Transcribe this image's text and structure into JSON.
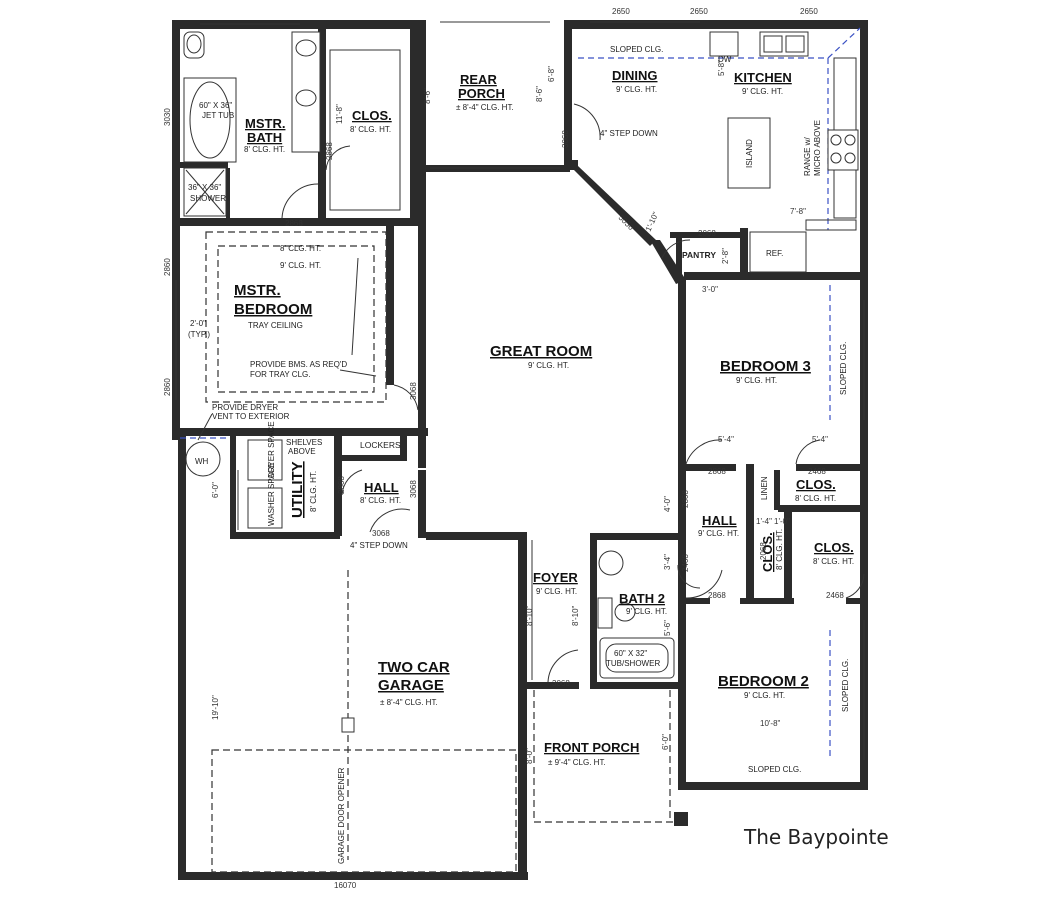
{
  "plan_name": "The Baypointe",
  "rooms": {
    "mstr_bath": {
      "name_l1": "MSTR.",
      "name_l2": "BATH",
      "clg": "8' CLG. HT."
    },
    "clos_master": {
      "name": "CLOS.",
      "clg": "8' CLG. HT."
    },
    "rear_porch": {
      "name_l1": "REAR",
      "name_l2": "PORCH",
      "clg": "± 8'-4\" CLG. HT."
    },
    "dining": {
      "name": "DINING",
      "clg": "9' CLG. HT."
    },
    "kitchen": {
      "name": "KITCHEN",
      "clg": "9' CLG. HT."
    },
    "mstr_bedroom": {
      "name_l1": "MSTR.",
      "name_l2": "BEDROOM",
      "clg": "TRAY CEILING",
      "clg_upper": "8' CLG. HT.",
      "clg_lower": "9' CLG. HT."
    },
    "great_room": {
      "name": "GREAT ROOM",
      "clg": "9' CLG. HT."
    },
    "bedroom3": {
      "name": "BEDROOM 3",
      "clg": "9' CLG. HT."
    },
    "utility": {
      "name": "UTILITY",
      "clg": "8' CLG. HT."
    },
    "hall_left": {
      "name": "HALL",
      "clg": "8' CLG. HT."
    },
    "lockers": {
      "name": "LOCKERS"
    },
    "clos_b3": {
      "name": "CLOS.",
      "clg": "8' CLG. HT."
    },
    "hall_right": {
      "name": "HALL",
      "clg": "9' CLG. HT."
    },
    "clos_small": {
      "name": "CLOS.",
      "clg": "8' CLG. HT."
    },
    "clos_b2": {
      "name": "CLOS.",
      "clg": "8' CLG. HT."
    },
    "linen": {
      "name": "LINEN"
    },
    "foyer": {
      "name": "FOYER",
      "clg": "9' CLG. HT."
    },
    "bath2": {
      "name": "BATH 2",
      "clg": "9' CLG. HT."
    },
    "bedroom2": {
      "name": "BEDROOM 2",
      "clg": "9' CLG. HT."
    },
    "garage": {
      "name_l1": "TWO CAR",
      "name_l2": "GARAGE",
      "clg": "± 8'-4\" CLG. HT."
    },
    "front_porch": {
      "name": "FRONT PORCH",
      "clg": "± 9'-4\" CLG. HT."
    },
    "pantry": {
      "name": "PANTRY"
    }
  },
  "notes": {
    "jet_tub_l1": "60\" X 36\"",
    "jet_tub_l2": "JET TUB",
    "shower_l1": "36\" X 36\"",
    "shower_l2": "SHOWER",
    "sloped_top": "SLOPED CLG.",
    "sloped_b3": "SLOPED CLG.",
    "sloped_b2": "SLOPED CLG.",
    "sloped_b2_bottom": "SLOPED CLG.",
    "island": "ISLAND",
    "range_l1": "RANGE w/",
    "range_l2": "MICRO ABOVE",
    "ref": "REF.",
    "step_down_rear": "4\" STEP DOWN",
    "step_down_garage": "4\" STEP DOWN",
    "bms_l1": "PROVIDE BMS. AS REQ'D",
    "bms_l2": "FOR TRAY CLG.",
    "dryer_l1": "PROVIDE DRYER",
    "dryer_l2": "VENT TO EXTERIOR",
    "wh": "WH",
    "shelves_l1": "SHELVES",
    "shelves_l2": "ABOVE",
    "typ_l1": "2'-0\"",
    "typ_l2": "(TYP.)",
    "tub_shower_l1": "60\" X 32\"",
    "tub_shower_l2": "TUB/SHOWER",
    "garage_opener": "GARAGE DOOR OPENER",
    "dryer_space": "DRYER SPACE",
    "washer_space": "WASHER SPACE",
    "dw": "DW"
  },
  "dims": {
    "d_5050": "5050",
    "d_1110": "1'-10\"",
    "d_2068_pantry": "2068",
    "d_28": "2'-8\"",
    "d_78": "7'-8\"",
    "d_30": "3'-0\"",
    "d_54a": "5'-4\"",
    "d_54b": "5'-4\"",
    "d_2868_b3": "2868",
    "d_2468_clos": "2468",
    "d_2868_mb": "2868",
    "d_2868_hall": "2868",
    "d_3068_mb": "3068",
    "d_3068_util": "3068",
    "d_3068_step": "3068",
    "d_3068_rear": "3068",
    "d_3068_front": "3068",
    "d_2868_util": "2868",
    "d_2868_bath": "2868",
    "d_2868_b2": "2868",
    "d_2468_b2clos": "2468",
    "d_2468_bath": "2468",
    "d_2068_clos": "2068",
    "d_14": "1'-4\"",
    "d_10": "1'-0\"",
    "d_40": "4'-0\"",
    "d_34": "3'-4\"",
    "d_56": "5'-6\"",
    "d_810_foyer": "8'-10\"",
    "d_810_foyer2": "8'-10\"",
    "d_80": "8'-0\"",
    "d_60_porch": "6'-0\"",
    "d_60_util": "6'-0\"",
    "d_1910": "19'-10\"",
    "d_108": "10'-8\"",
    "d_118": "11'-8\"",
    "d_86a": "8'-6\"",
    "d_86b": "8'-6\"",
    "d_68": "6'-8\"",
    "d_58": "5'-8\"",
    "d_3030": "3030",
    "d_2860a": "2860",
    "d_2860b": "2860",
    "d_16070": "16070",
    "top_2650a": "2650",
    "top_2650b": "2650",
    "top_2650c": "2650"
  }
}
